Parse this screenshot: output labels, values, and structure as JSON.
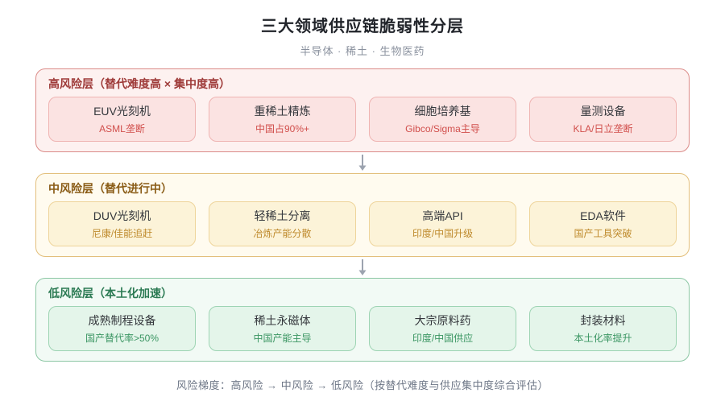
{
  "page": {
    "title": "三大领域供应链脆弱性分层",
    "subtitle": "半导体 · 稀土 · 生物医药",
    "footer": "风险梯度：高风险 → 中风险 → 低风险（按替代难度与供应集中度综合评估）"
  },
  "icons": {
    "down_arrow": "down-arrow-icon",
    "arrow_color": "#9ca3af"
  },
  "tiers": [
    {
      "id": "high-risk",
      "label": "高风险层（替代难度高 × 集中度高）",
      "colors": {
        "bg": "#fdf1f0",
        "border": "#db8b88",
        "header": "#9e3a38",
        "card_bg": "#fbe3e2",
        "card_border": "#efb4b2",
        "sub": "#d14f4c"
      },
      "cards": [
        {
          "title": "EUV光刻机",
          "subtitle": "ASML垄断"
        },
        {
          "title": "重稀土精炼",
          "subtitle": "中国占90%+"
        },
        {
          "title": "细胞培养基",
          "subtitle": "Gibco/Sigma主导"
        },
        {
          "title": "量测设备",
          "subtitle": "KLA/日立垄断"
        }
      ]
    },
    {
      "id": "medium-risk",
      "label": "中风险层（替代进行中）",
      "colors": {
        "bg": "#fffbef",
        "border": "#e3bf7c",
        "header": "#8a5c16",
        "card_bg": "#fcf3d8",
        "card_border": "#eed49a",
        "sub": "#bf8b2e"
      },
      "cards": [
        {
          "title": "DUV光刻机",
          "subtitle": "尼康/佳能追赶"
        },
        {
          "title": "轻稀土分离",
          "subtitle": "冶炼产能分散"
        },
        {
          "title": "高端API",
          "subtitle": "印度/中国升级"
        },
        {
          "title": "EDA软件",
          "subtitle": "国产工具突破"
        }
      ]
    },
    {
      "id": "low-risk",
      "label": "低风险层（本土化加速）",
      "colors": {
        "bg": "#f2faf5",
        "border": "#8cc7a4",
        "header": "#2b7a53",
        "card_bg": "#e4f5ea",
        "card_border": "#9dd4b3",
        "sub": "#3b9663"
      },
      "cards": [
        {
          "title": "成熟制程设备",
          "subtitle": "国产替代率>50%"
        },
        {
          "title": "稀土永磁体",
          "subtitle": "中国产能主导"
        },
        {
          "title": "大宗原料药",
          "subtitle": "印度/中国供应"
        },
        {
          "title": "封装材料",
          "subtitle": "本土化率提升"
        }
      ]
    }
  ]
}
